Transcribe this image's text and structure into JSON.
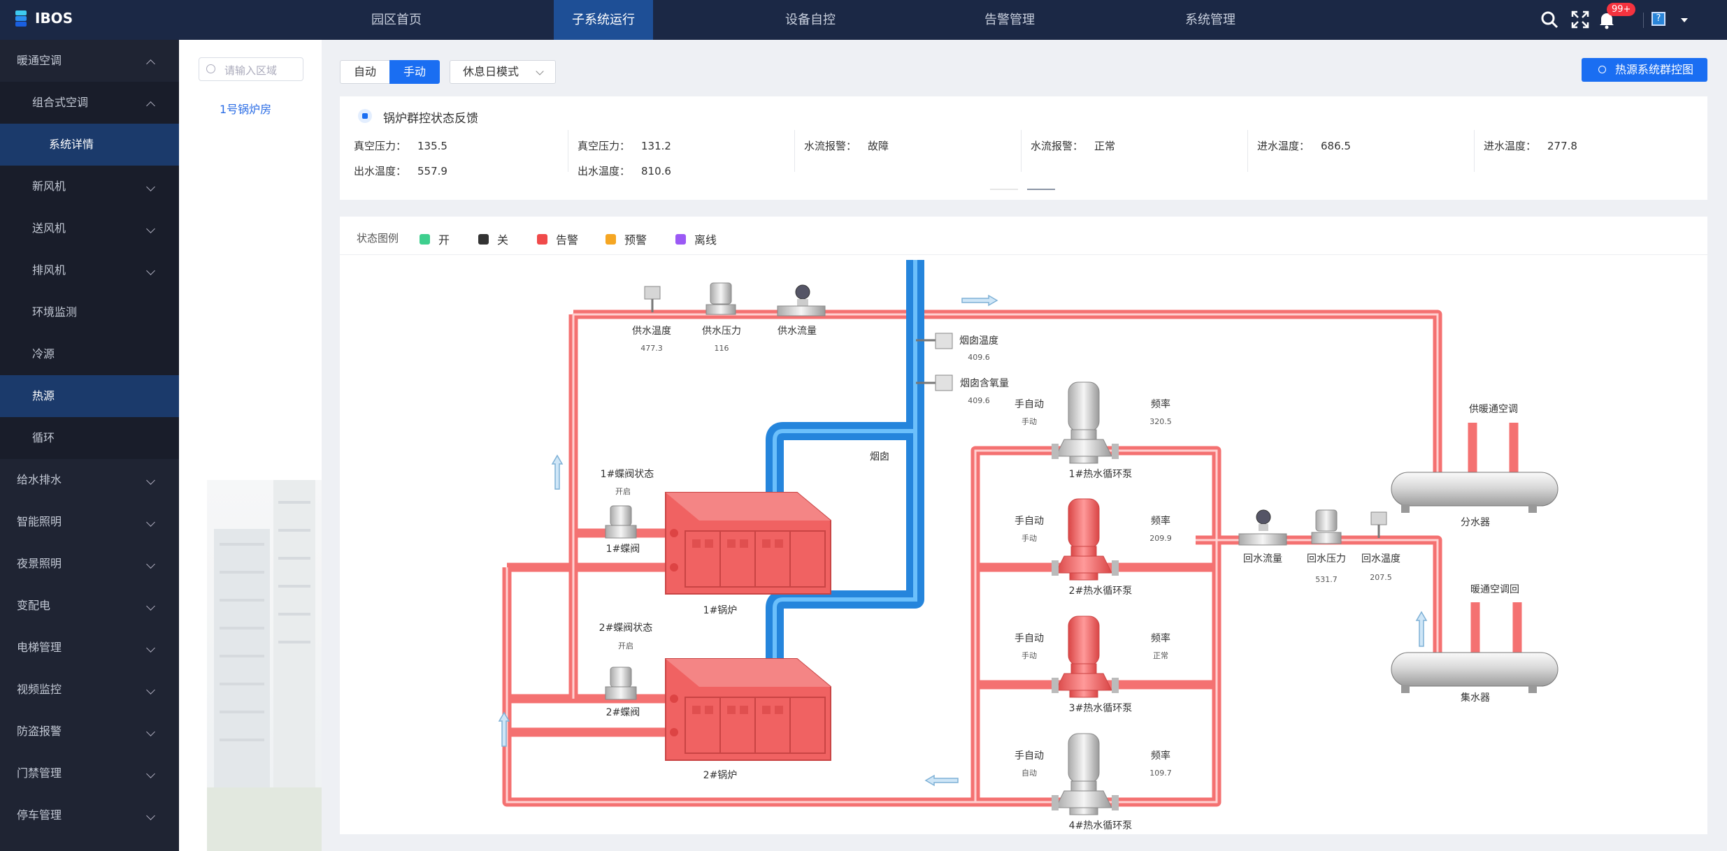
{
  "app": {
    "logo": "IBOS"
  },
  "nav": [
    "园区首页",
    "子系统运行",
    "设备自控",
    "告警管理",
    "系统管理"
  ],
  "notif_count": "99+",
  "help": "?",
  "sidebar": [
    {
      "label": "暖通空调",
      "level": 1,
      "chev": "up"
    },
    {
      "label": "组合式空调",
      "level": 2,
      "chev": "up"
    },
    {
      "label": "系统详情",
      "level": 3,
      "chev": "none"
    },
    {
      "label": "新风机",
      "level": 2,
      "chev": "down"
    },
    {
      "label": "送风机",
      "level": 2,
      "chev": "down"
    },
    {
      "label": "排风机",
      "level": 2,
      "chev": "down"
    },
    {
      "label": "环境监测",
      "level": 2,
      "chev": "none"
    },
    {
      "label": "冷源",
      "level": 2,
      "chev": "none"
    },
    {
      "label": "热源",
      "level": 2,
      "chev": "none"
    },
    {
      "label": "循环",
      "level": 2,
      "chev": "none"
    },
    {
      "label": "给水排水",
      "level": 1,
      "chev": "down"
    },
    {
      "label": "智能照明",
      "level": 1,
      "chev": "down"
    },
    {
      "label": "夜景照明",
      "level": 1,
      "chev": "down"
    },
    {
      "label": "变配电",
      "level": 1,
      "chev": "down"
    },
    {
      "label": "电梯管理",
      "level": 1,
      "chev": "down"
    },
    {
      "label": "视频监控",
      "level": 1,
      "chev": "down"
    },
    {
      "label": "防盗报警",
      "level": 1,
      "chev": "down"
    },
    {
      "label": "门禁管理",
      "level": 1,
      "chev": "down"
    },
    {
      "label": "停车管理",
      "level": 1,
      "chev": "down"
    }
  ],
  "tree": {
    "placeholder": "请输入区域",
    "node": "1号锅炉房"
  },
  "toolbar": {
    "auto": "自动",
    "manual": "手动",
    "mode": "休息日模式",
    "action": "热源系统群控图"
  },
  "status": {
    "title": "锅炉群控状态反馈",
    "fields": [
      {
        "label": "真空压力：",
        "value": "135.5"
      },
      {
        "label": "真空压力：",
        "value": "131.2"
      },
      {
        "label": "水流报警：",
        "value": "故障"
      },
      {
        "label": "水流报警：",
        "value": "正常"
      },
      {
        "label": "进水温度：",
        "value": "686.5"
      },
      {
        "label": "进水温度：",
        "value": "277.8"
      },
      {
        "label": "出水温度：",
        "value": "557.9"
      },
      {
        "label": "出水温度：",
        "value": "810.6"
      }
    ]
  },
  "legend": {
    "title": "状态图例",
    "items": [
      {
        "label": "开",
        "color": "#3ecf8e"
      },
      {
        "label": "关",
        "color": "#333333"
      },
      {
        "label": "告警",
        "color": "#f04a4a"
      },
      {
        "label": "预警",
        "color": "#f5a623"
      },
      {
        "label": "离线",
        "color": "#9b59f5"
      }
    ]
  },
  "diagram": {
    "supply_temp": {
      "label": "供水温度",
      "value": "477.3"
    },
    "supply_press": {
      "label": "供水压力",
      "value": "116"
    },
    "supply_flow": {
      "label": "供水流量"
    },
    "chimney_temp": {
      "label": "烟囱温度",
      "value": "409.6"
    },
    "chimney_o2": {
      "label": "烟囱含氧量",
      "value": "409.6"
    },
    "chimney": "烟囱",
    "valve1_status": {
      "label": "1#蝶阀状态",
      "value": "开启"
    },
    "valve1": "1#蝶阀",
    "boiler1": "1#锅炉",
    "valve2_status": {
      "label": "2#蝶阀状态",
      "value": "开启"
    },
    "valve2": "2#蝶阀",
    "boiler2": "2#锅炉",
    "pumps": [
      {
        "name": "1#热水循环泵",
        "mode_label": "手自动",
        "mode": "手动",
        "freq_label": "频率",
        "freq": "320.5",
        "state": "off"
      },
      {
        "name": "2#热水循环泵",
        "mode_label": "手自动",
        "mode": "手动",
        "freq_label": "频率",
        "freq": "209.9",
        "state": "alarm"
      },
      {
        "name": "3#热水循环泵",
        "mode_label": "手自动",
        "mode": "手动",
        "freq_label": "频率",
        "freq": "正常",
        "state": "alarm"
      },
      {
        "name": "4#热水循环泵",
        "mode_label": "手自动",
        "mode": "自动",
        "freq_label": "频率",
        "freq": "109.7",
        "state": "off"
      }
    ],
    "return_flow": {
      "label": "回水流量"
    },
    "return_press": {
      "label": "回水压力",
      "value": "531.7"
    },
    "return_temp": {
      "label": "回水温度",
      "value": "207.5"
    },
    "hvac_supply": "供暖通空调",
    "distributor": "分水器",
    "hvac_return": "暖通空调回",
    "collector": "集水器"
  },
  "colors": {
    "nav_bg": "#1b2845",
    "sidebar_bg": "#1f2433",
    "accent": "#1a6ef2",
    "pipe_hot": "#f47e7e",
    "pipe_cold": "#2f8fe0",
    "boiler": "#f06262"
  }
}
